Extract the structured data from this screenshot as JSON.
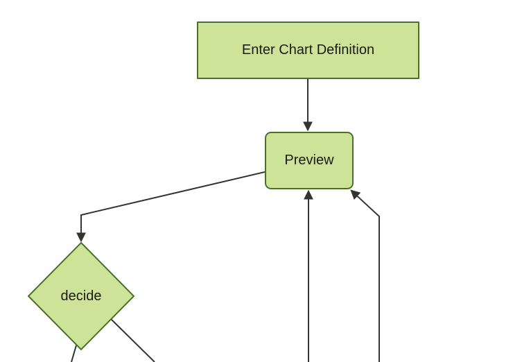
{
  "theme": {
    "canvas_bg": "#ffffff",
    "node_fill": "#cde498",
    "node_border": "#49702b",
    "edge_color": "#333333",
    "text_color": "#1a1a1a"
  },
  "diagram": {
    "type": "flowchart",
    "direction": "top-down"
  },
  "nodes": {
    "enter_chart_definition": {
      "label": "Enter Chart Definition",
      "shape": "rectangle"
    },
    "preview": {
      "label": "Preview",
      "shape": "rounded-rectangle"
    },
    "decide": {
      "label": "decide",
      "shape": "diamond"
    }
  },
  "edges": [
    {
      "from": "enter_chart_definition",
      "to": "preview",
      "arrowhead": true
    },
    {
      "from": "preview",
      "to": "decide",
      "arrowhead": true
    },
    {
      "from": "offscreen-bottom",
      "to": "preview",
      "arrowhead": true
    },
    {
      "from": "offscreen-bottom-right",
      "to": "preview",
      "arrowhead": true
    },
    {
      "from": "decide",
      "to": "offscreen-bottom-left",
      "arrowhead": false
    },
    {
      "from": "decide",
      "to": "offscreen-bottom-right",
      "arrowhead": false
    }
  ]
}
